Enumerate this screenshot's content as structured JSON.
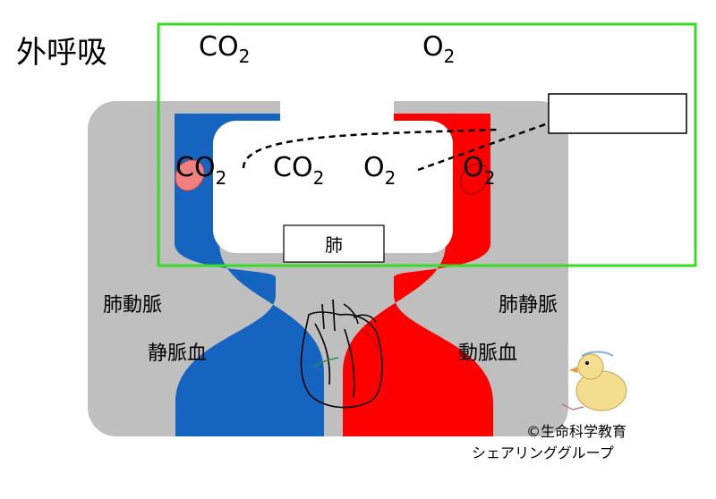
{
  "title": "外呼吸",
  "top_labels": {
    "co2_main": "CO",
    "o2_main": "O"
  },
  "inner_labels": {
    "co2_left": "CO",
    "co2_center": "CO",
    "o2_center": "O",
    "o2_right": "O"
  },
  "subscript": "2",
  "lung_label": "肺",
  "vessels": {
    "pulmonary_artery": "肺動脈",
    "venous_blood": "静脈血",
    "pulmonary_vein": "肺静脈",
    "arterial_blood": "動脈血"
  },
  "credit": {
    "line1": "©生命科学教育",
    "line2": "シェアリンググループ"
  },
  "colors": {
    "background_panel": "#bfbfbf",
    "vein_blue": "#1565c0",
    "artery_red": "#ff0000",
    "highlight_box": "#33dd22",
    "rbc_pink": "#f08080"
  },
  "icons": {
    "heart": "heart-illustration",
    "duck": "duck-drawing"
  }
}
